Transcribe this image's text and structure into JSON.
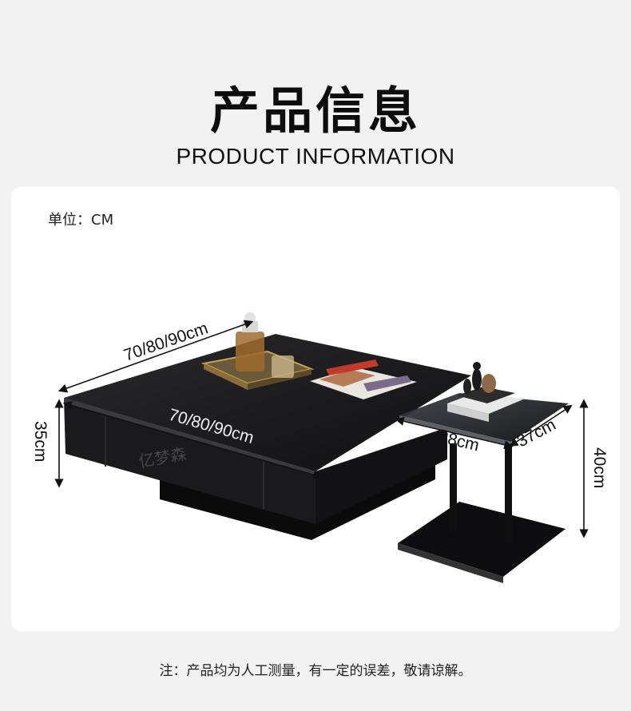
{
  "header": {
    "title_cn": "产品信息",
    "title_en": "PRODUCT INFORMATION"
  },
  "unit_label": "单位：CM",
  "dimensions": {
    "coffee_table_depth": "70/80/90cm",
    "coffee_table_width": "70/80/90cm",
    "coffee_table_height": "35cm",
    "side_table_width": "28cm",
    "side_table_depth": "37cm",
    "side_table_height": "40cm"
  },
  "watermark": "亿梦森",
  "footer_note": "注：产品均为人工测量，有一定的误差，敬请谅解。",
  "colors": {
    "background": "#f2f2f2",
    "card": "#ffffff",
    "table_top": "#1e1e20",
    "table_body": "#141416"
  }
}
